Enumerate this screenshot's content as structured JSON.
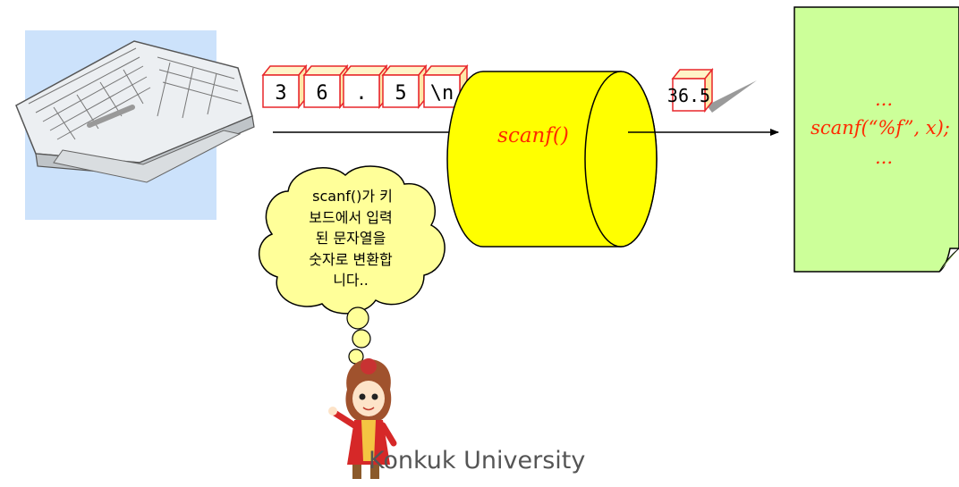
{
  "input_chars": [
    "3",
    "6",
    ".",
    "5",
    "\\n"
  ],
  "converter_label": "scanf()",
  "output_value": "36.5",
  "program_lines": [
    "...",
    "scanf(“%f”, x);",
    "..."
  ],
  "speech_bubble_lines": [
    "scanf()가 키",
    "보드에서 입력",
    "된 문자열을",
    "숫자로 변환합",
    "니다.."
  ],
  "footer": "Konkuk University",
  "colors": {
    "keyboard_panel": "#cce2fb",
    "char_box_border": "#e8262a",
    "char_box_face": "#fff4c8",
    "cylinder_fill": "#ffff00",
    "program_paper": "#ccff99",
    "program_text": "#ff2a00",
    "bubble_fill": "#ffff99"
  },
  "icons": {
    "keyboard": "keyboard-illustration",
    "character": "girl-character-illustration"
  }
}
